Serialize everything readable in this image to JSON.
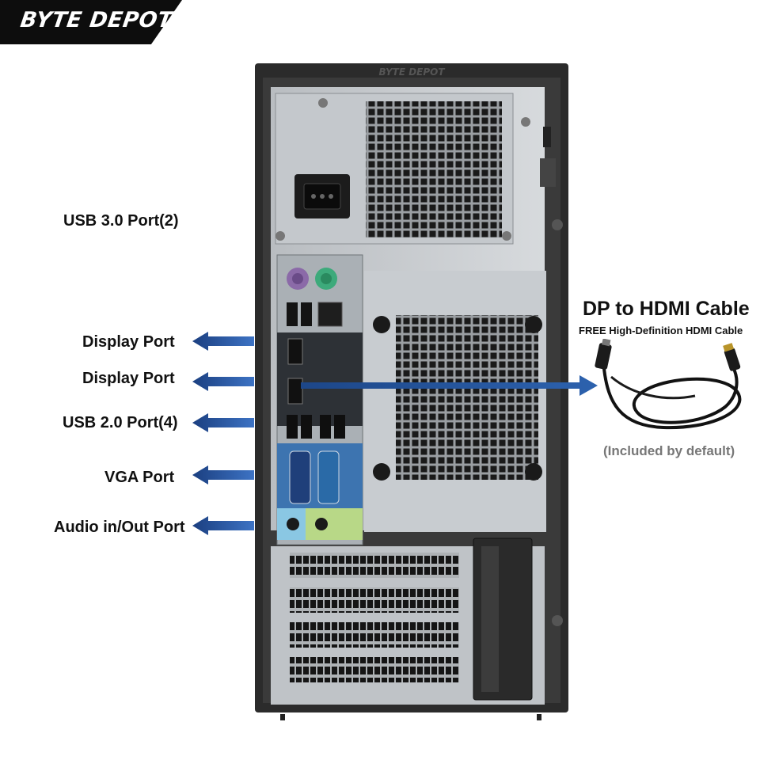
{
  "brand": {
    "name": "BYTE DEPOT"
  },
  "tower": {
    "engraving": "BYTE DEPOT"
  },
  "port_labels": [
    {
      "text": "USB 3.0 Port(2)"
    },
    {
      "text": "Display Port"
    },
    {
      "text": "Display Port"
    },
    {
      "text": "USB 2.0 Port(4)"
    },
    {
      "text": "VGA Port"
    },
    {
      "text": "Audio in/Out Port"
    }
  ],
  "callout": {
    "title": "DP to HDMI Cable",
    "subtitle": "FREE High-Definition HDMI Cable",
    "note": "(Included by default)"
  },
  "colors": {
    "arrow": "#1f4e96",
    "banner": "#0d0d0d",
    "case": "#2b2b2b",
    "panel": "#c9cdd1"
  }
}
